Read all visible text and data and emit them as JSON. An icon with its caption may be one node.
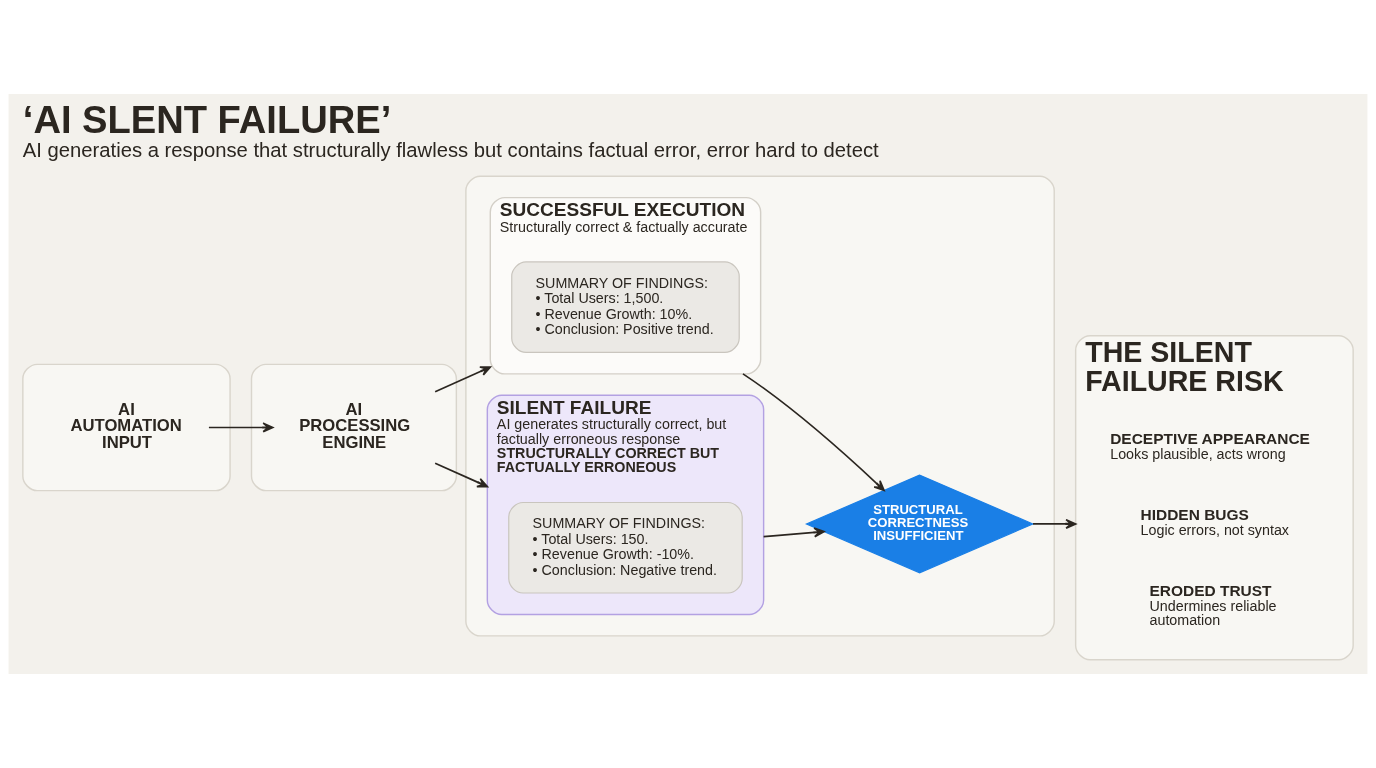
{
  "diagram": {
    "title": "‘AI SLENT FAILURE’",
    "caption": "AI generaties a response that structurally flawless but contains factual error, error hard to detect",
    "nodes": [
      {
        "text": [],
        "shape": "box"
      },
      {
        "text": [
          "AI AUTOMATION INPUT"
        ],
        "in": 0
      },
      {
        "text": [],
        "shape": "box"
      },
      {
        "text": [
          "AI PROCESSING ENGINE"
        ],
        "in": 2
      },
      {
        "text": [],
        "shape": "box"
      },
      {
        "text": [
          "SUCCESSFUL EXECUTION",
          "Structurally correct & factually accurate"
        ],
        "in": 4
      },
      {
        "text": [
          "SUMMARY OF FINDINGS:",
          "• Total Users: 1,500.",
          "• Revenue Growth: 10%.",
          "• Conclusion: Positive trend."
        ],
        "in": 5
      },
      {
        "text": [
          "SILENT FAILURE",
          "AI generates structurally correct, but factually erroneous response",
          "STRUCTURALLY CORRECT BUT FACTUALLY ERRONEOUS"
        ],
        "in": 4
      },
      {
        "text": [
          "SUMMARY OF FINDINGS:",
          "• Total Users: 150.",
          "• Revenue Growth: -10%.",
          "• Conclusion: Negative trend."
        ],
        "in": 7
      },
      {
        "text": [
          "STRUCTURAL CORRECTNESS INSUFFICIENT"
        ],
        "in": 4
      },
      {
        "text": [
          "THE SILENT FAILURE RISK"
        ]
      },
      {
        "text": [
          "DECEPTIVE APPEARANCE",
          "Looks plausible, acts wrong"
        ],
        "in": 10
      },
      {
        "text": [
          "HIDDEN BUGS",
          "Logic errors, not syntax"
        ],
        "in": 10
      },
      {
        "text": [
          "ERODED TRUST",
          "Undermines reliable automation"
        ],
        "in": 10
      }
    ],
    "edges": [
      {
        "from": 1,
        "to": 3,
        "arrow": "to"
      },
      {
        "from": 3,
        "to": 5,
        "arrow": "to"
      },
      {
        "from": 3,
        "to": 7,
        "arrow": "to"
      },
      {
        "from": 5,
        "to": 9,
        "arrow": "to"
      },
      {
        "from": 7,
        "to": 9,
        "arrow": "to"
      },
      {
        "from": 9,
        "to": 10,
        "arrow": "to"
      }
    ]
  }
}
